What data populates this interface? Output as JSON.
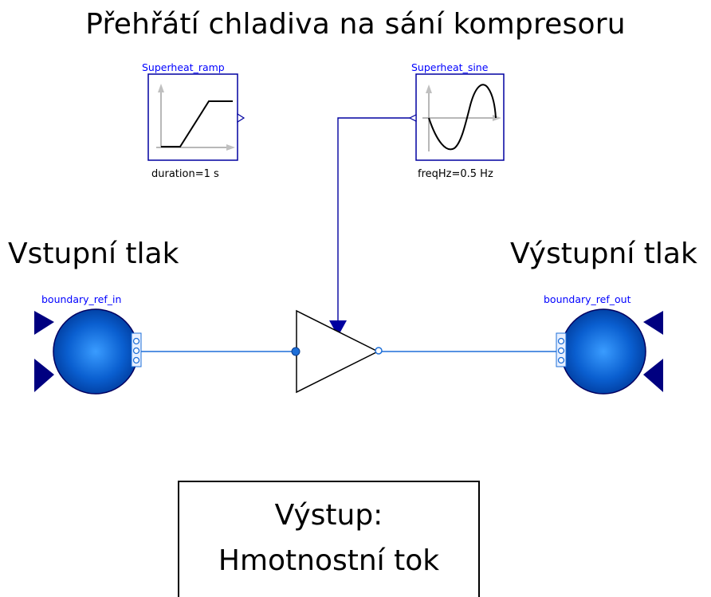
{
  "title": "Přehřátí chladiva na sání kompresoru",
  "inlet_label": "Vstupní tlak",
  "outlet_label": "Výstupní tlak",
  "output_box": {
    "line1": "Výstup:",
    "line2": "Hmotnostní tok"
  },
  "components": {
    "ramp": {
      "name": "Superheat_ramp",
      "param": "duration=1 s"
    },
    "sine": {
      "name": "Superheat_sine",
      "param": "freqHz=0.5 Hz"
    },
    "boundary_in": {
      "name": "boundary_ref_in"
    },
    "boundary_out": {
      "name": "boundary_ref_out"
    }
  },
  "colors": {
    "connection": "#0000a0",
    "fluid_line": "#1e6fd8",
    "component_name": "#0000ff",
    "boundary_fill": "#0a5fd0",
    "boundary_edge": "#000060"
  }
}
